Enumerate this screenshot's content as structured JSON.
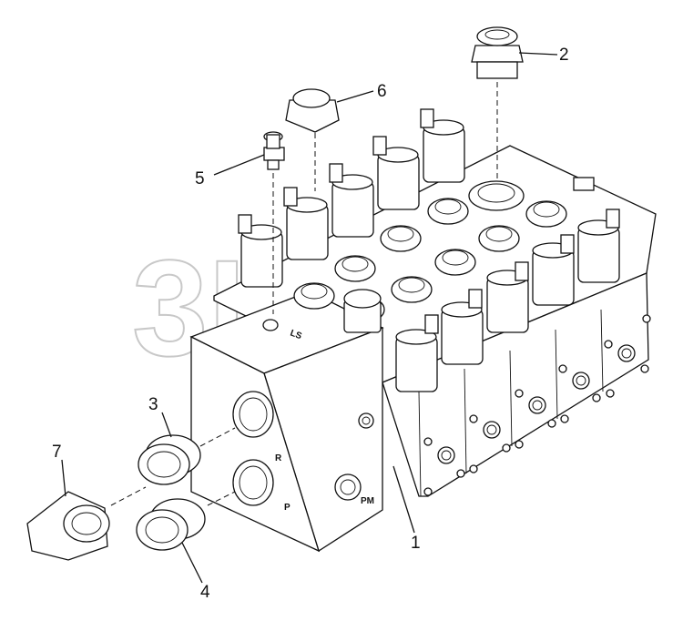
{
  "watermark": "3ITP",
  "callouts": {
    "c1": "1",
    "c2": "2",
    "c3": "3",
    "c4": "4",
    "c5": "5",
    "c6": "6",
    "c7": "7"
  },
  "port_labels": {
    "r": "R",
    "p": "P",
    "pm": "PM",
    "ls": "LS"
  }
}
